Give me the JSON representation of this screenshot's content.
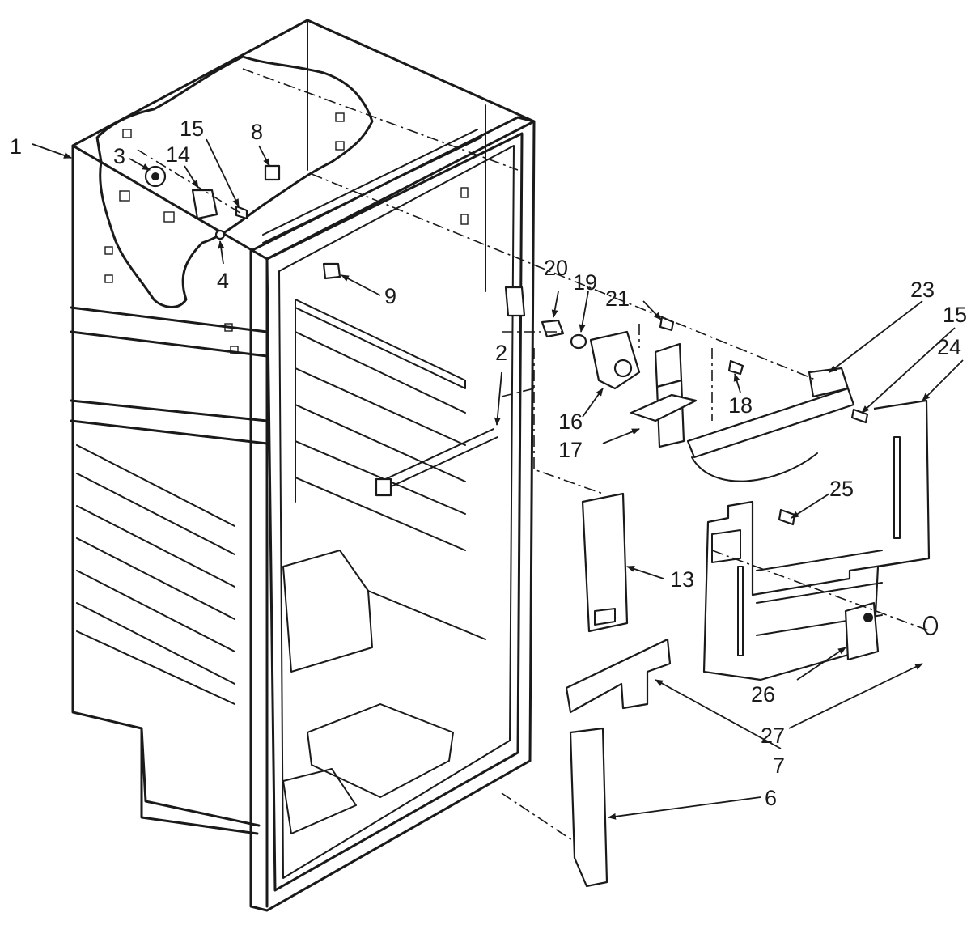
{
  "diagram": {
    "callouts": [
      "1",
      "2",
      "3",
      "4",
      "6",
      "7",
      "8",
      "9",
      "13",
      "14",
      "15",
      "15",
      "16",
      "17",
      "18",
      "19",
      "20",
      "21",
      "23",
      "24",
      "25",
      "26",
      "27"
    ]
  }
}
